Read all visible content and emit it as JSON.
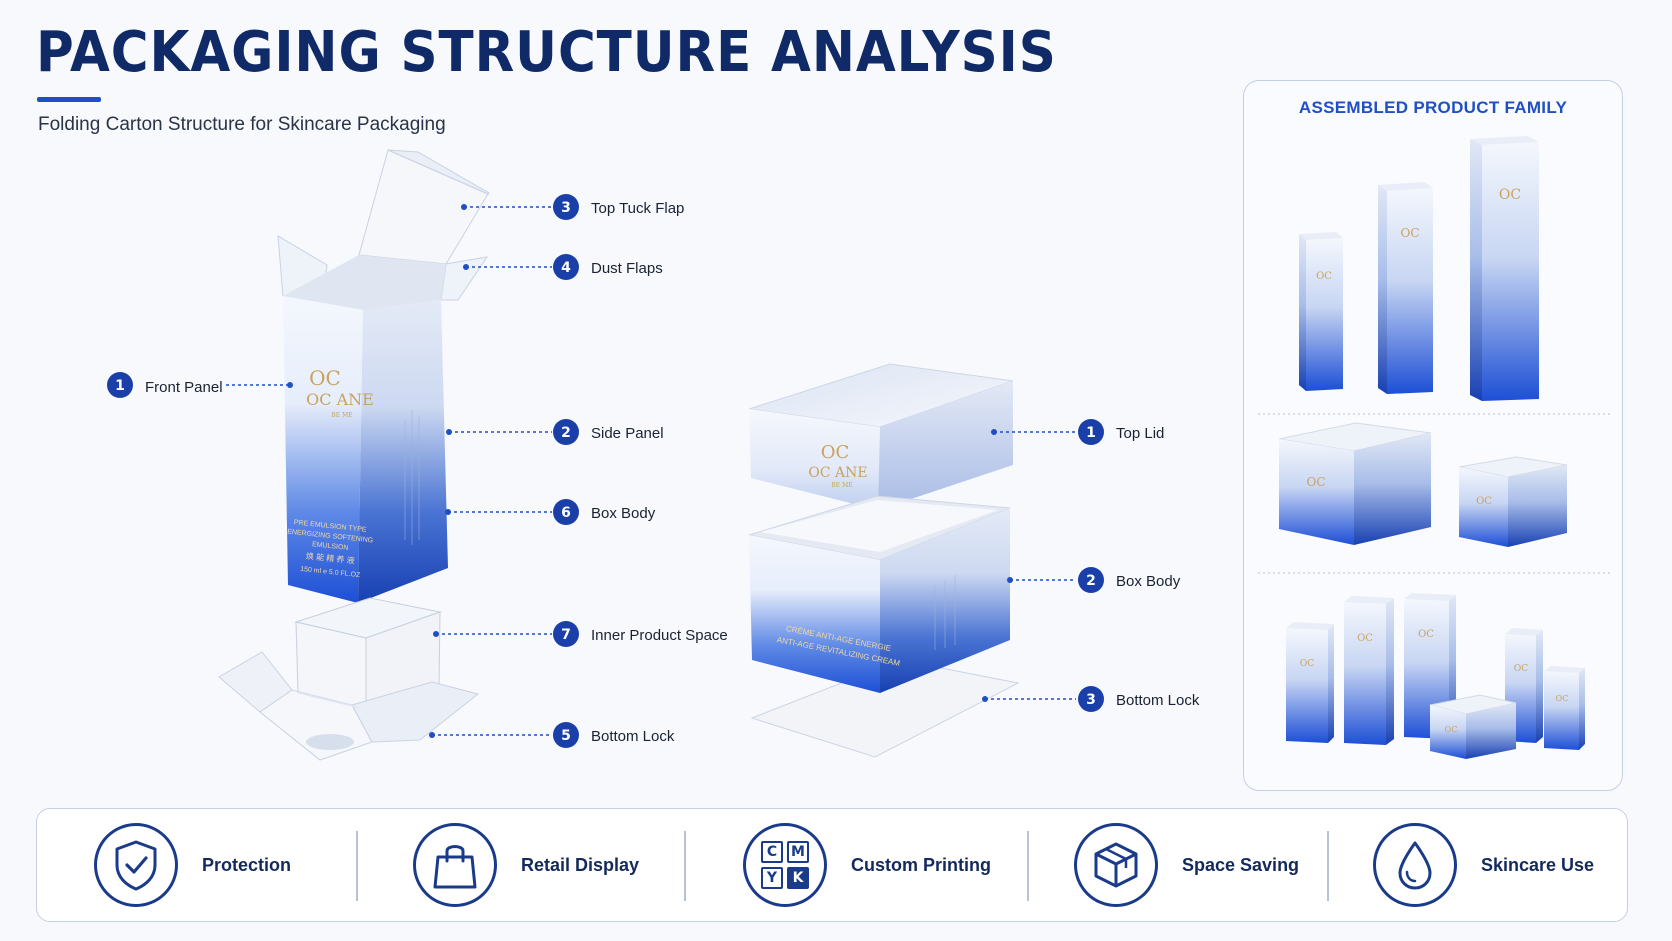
{
  "header": {
    "title": "PACKAGING STRUCTURE ANALYSIS",
    "subtitle": "Folding Carton Structure for Skincare Packaging"
  },
  "tuck_carton": {
    "brand": {
      "line1": "OC",
      "line2": "OC ANE",
      "line3": "BE ME"
    },
    "product_text": [
      "PRE EMULSION TYPE",
      "ENERGIZING SOFTENING",
      "EMULSION",
      "焕 能 精 养 液",
      "150 ml e 5.0 FL.OZ"
    ],
    "callouts": [
      {
        "num": "1",
        "label": "Front Panel"
      },
      {
        "num": "3",
        "label": "Top Tuck Flap"
      },
      {
        "num": "4",
        "label": "Dust Flaps"
      },
      {
        "num": "2",
        "label": "Side Panel"
      },
      {
        "num": "6",
        "label": "Box Body"
      },
      {
        "num": "7",
        "label": "Inner Product Space"
      },
      {
        "num": "5",
        "label": "Bottom Lock"
      }
    ]
  },
  "lid_box": {
    "brand": {
      "line1": "OC",
      "line2": "OC ANE",
      "line3": "BE ME"
    },
    "product_text": [
      "CRÈME ANTI-AGE ENERGIE",
      "ANTI-AGE REVITALIZING CREAM"
    ],
    "callouts": [
      {
        "num": "1",
        "label": "Top Lid"
      },
      {
        "num": "2",
        "label": "Box Body"
      },
      {
        "num": "3",
        "label": "Bottom Lock"
      }
    ]
  },
  "family": {
    "title": "ASSEMBLED PRODUCT FAMILY"
  },
  "features": [
    {
      "icon": "shield-check-icon",
      "label": "Protection"
    },
    {
      "icon": "shopping-bag-icon",
      "label": "Retail Display"
    },
    {
      "icon": "cmyk-icon",
      "label": "Custom Printing",
      "cmyk": [
        "C",
        "M",
        "Y",
        "K"
      ]
    },
    {
      "icon": "box-icon",
      "label": "Space Saving"
    },
    {
      "icon": "droplet-icon",
      "label": "Skincare Use"
    }
  ],
  "colors": {
    "navy": "#0f2a66",
    "accent_blue": "#1f4fc4",
    "badge_blue": "#1a3fa8",
    "gold": "#c9a25e",
    "gradient_top": "#f4f7fd",
    "gradient_bottom": "#1d4fd6"
  }
}
